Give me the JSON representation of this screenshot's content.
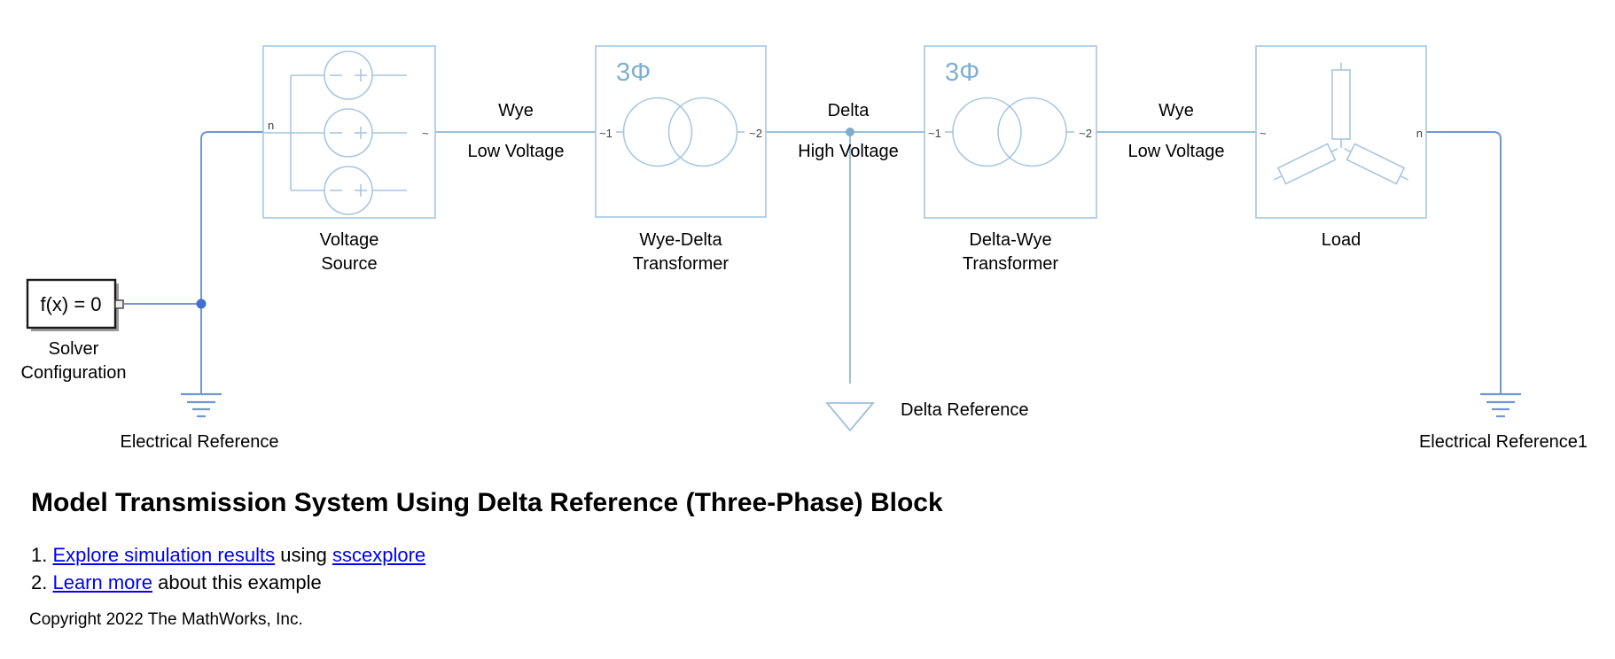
{
  "colors": {
    "block_outline": "#a7c6e1",
    "three_phase_wire": "#9cc0de",
    "electrical_wire": "#7095d8",
    "junction_dot_dark": "#3f70d4",
    "junction_dot_light": "#7fadce",
    "badge_text": "#7fb0d3",
    "link_text": "#0000ee"
  },
  "diagram": {
    "voltage_source": {
      "port_n": "n",
      "port_out": "~",
      "label1": "Voltage",
      "label2": "Source"
    },
    "wye_delta": {
      "badge": "3Φ",
      "port_in": "~1",
      "port_out": "~2",
      "label1": "Wye-Delta",
      "label2": "Transformer"
    },
    "delta_wye": {
      "badge": "3Φ",
      "port_in": "~1",
      "port_out": "~2",
      "label1": "Delta-Wye",
      "label2": "Transformer"
    },
    "load": {
      "port_in": "~",
      "port_n": "n",
      "label": "Load"
    },
    "solver": {
      "display": "f(x) = 0",
      "label1": "Solver",
      "label2": "Configuration"
    },
    "electrical_reference": {
      "label": "Electrical Reference"
    },
    "delta_reference": {
      "label": "Delta Reference"
    },
    "electrical_reference1": {
      "label": "Electrical Reference1"
    },
    "wire_labels": {
      "lv1_top": "Wye",
      "lv1_bottom": "Low Voltage",
      "hv_top": "Delta",
      "hv_bottom": "High Voltage",
      "lv2_top": "Wye",
      "lv2_bottom": "Low Voltage"
    }
  },
  "notes": {
    "title": "Model Transmission System Using Delta Reference (Three-Phase) Block",
    "item1_prefix": "1. ",
    "item1_link1": "Explore simulation results",
    "item1_middle": " using ",
    "item1_link2": "sscexplore",
    "item2_prefix": "2. ",
    "item2_link": "Learn more",
    "item2_suffix": " about this example",
    "copyright": "Copyright 2022 The MathWorks, Inc."
  }
}
